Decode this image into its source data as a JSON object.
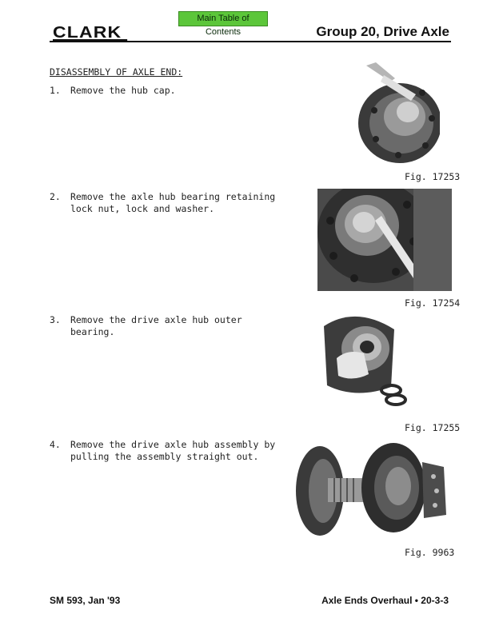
{
  "nav": {
    "toc_label": "Main Table of Contents"
  },
  "header": {
    "logo": "CLARK",
    "title": "Group 20, Drive Axle"
  },
  "section": {
    "title": "DISASSEMBLY OF AXLE END:"
  },
  "steps": [
    {
      "num": "1.",
      "text": "Remove the hub cap.",
      "figure": "Fig. 17253"
    },
    {
      "num": "2.",
      "text": "Remove the axle hub bearing retaining lock nut, lock and washer.",
      "figure": "Fig. 17254"
    },
    {
      "num": "3.",
      "text": "Remove the drive axle hub outer bearing.",
      "figure": "Fig. 17255"
    },
    {
      "num": "4.",
      "text": "Remove the drive axle hub assembly by pulling the assembly straight out.",
      "figure": "Fig. 9963"
    }
  ],
  "footer": {
    "left": "SM 593, Jan '93",
    "right": "Axle Ends Overhaul  •  20-3-3"
  }
}
